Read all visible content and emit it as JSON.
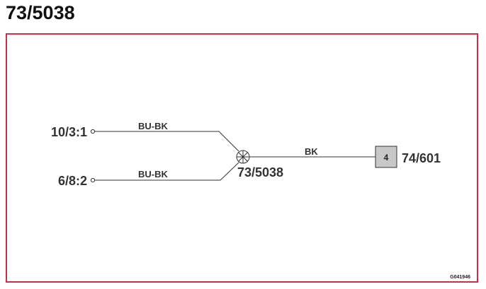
{
  "title": "73/5038",
  "colors": {
    "frame_border": "#c8304a",
    "wire": "#333333",
    "connector_fill": "#c8c8c8"
  },
  "diagram": {
    "left_terminals": [
      {
        "label": "10/3:1",
        "wire_color": "BU-BK"
      },
      {
        "label": "6/8:2",
        "wire_color": "BU-BK"
      }
    ],
    "splice": {
      "label": "73/5038",
      "icon": "splice-icon"
    },
    "output_wire": {
      "wire_color": "BK"
    },
    "connector": {
      "pin": "4",
      "label": "74/601"
    },
    "figure_code": "G041946"
  }
}
